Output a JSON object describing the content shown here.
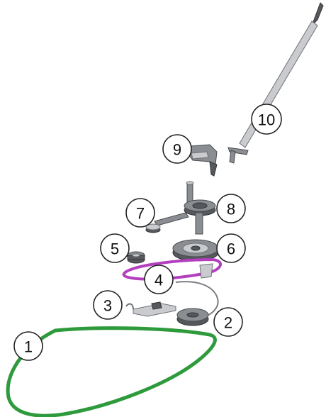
{
  "colors": {
    "drive_belt": "#2e9a3c",
    "secondary_belt": "#b33fbf",
    "metal": "#8a8d91",
    "dark_metal": "#55585c"
  },
  "callouts": [
    {
      "id": "1",
      "label": "1"
    },
    {
      "id": "2",
      "label": "2"
    },
    {
      "id": "3",
      "label": "3"
    },
    {
      "id": "4",
      "label": "4"
    },
    {
      "id": "5",
      "label": "5"
    },
    {
      "id": "6",
      "label": "6"
    },
    {
      "id": "7",
      "label": "7"
    },
    {
      "id": "8",
      "label": "8"
    },
    {
      "id": "9",
      "label": "9"
    },
    {
      "id": "10",
      "label": "10"
    }
  ]
}
